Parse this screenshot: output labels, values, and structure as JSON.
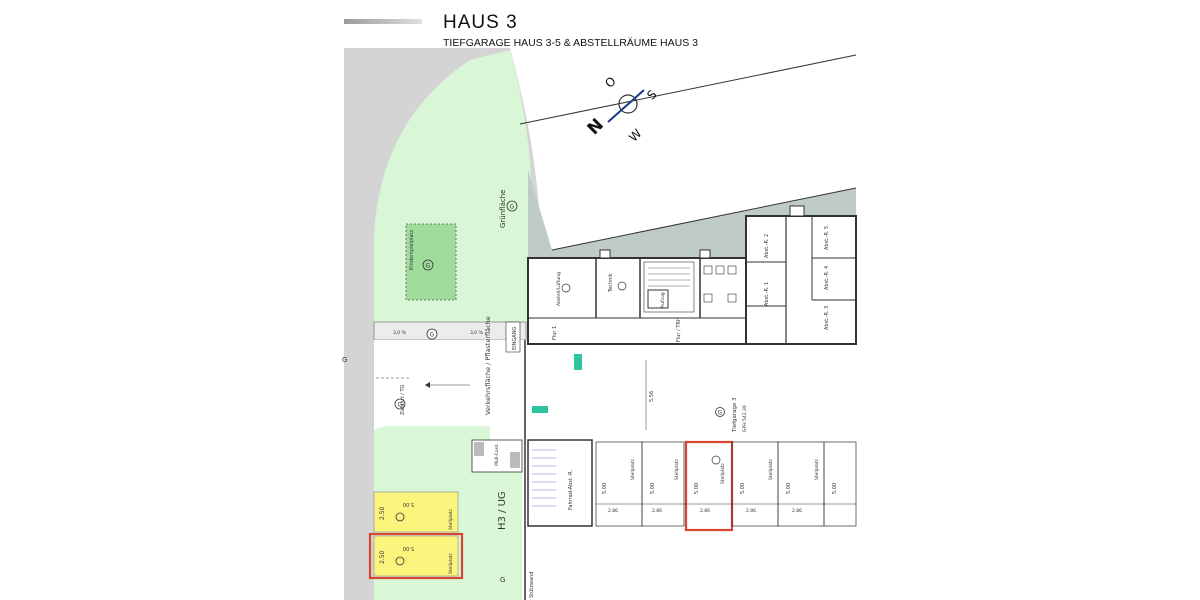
{
  "header": {
    "title": "HAUS 3",
    "subtitle": "TIEFGARAGE HAUS 3-5 & ABSTELLRÄUME HAUS 3"
  },
  "compass": {
    "n": "N",
    "o": "O",
    "s": "S",
    "w": "W"
  },
  "labels": {
    "gruenflaeche": "Grünfläche",
    "kinderspielplatz": "Kinderspielplatz",
    "technik": "Technik",
    "flur1": "Flur 1",
    "flur_tr": "Flur / TRH",
    "aufzug": "Aufzug",
    "abstell_gebi": "Abstell/Lüftung",
    "muell": "Müll-Cont.",
    "fahrrad": "Fahrrad-Abst.-R.",
    "verkehr": "Verkehrsfläche / Pflasterfläche",
    "eingang": "EINGANG",
    "zufahrt": "Zufahrt / TG",
    "tiefgarage": "Tiefgarage 3",
    "h3ug": "H3 / UG",
    "stuetzwand": "Stützwand",
    "stellplatz": "Stellplatz",
    "g": "G",
    "abst1": "Abst.-R. 1",
    "abst2": "Abst.-R. 2",
    "abst3": "Abst.-R. 3",
    "abst4": "Abst.-R. 4",
    "abst5": "Abst.-R. 5",
    "gpn": "GPH 542,39"
  },
  "dims": {
    "d500": "5.00",
    "d250": "2.50",
    "d286": "2.86",
    "d556": "5.56",
    "pct": "3,0 %"
  },
  "colors": {
    "green": "#d9f7d6",
    "gray": "#d4d4d4",
    "teal": "#bfcbc9",
    "yellow": "#fbf57e",
    "red": "#d9452f",
    "line": "#3a3a3a"
  }
}
